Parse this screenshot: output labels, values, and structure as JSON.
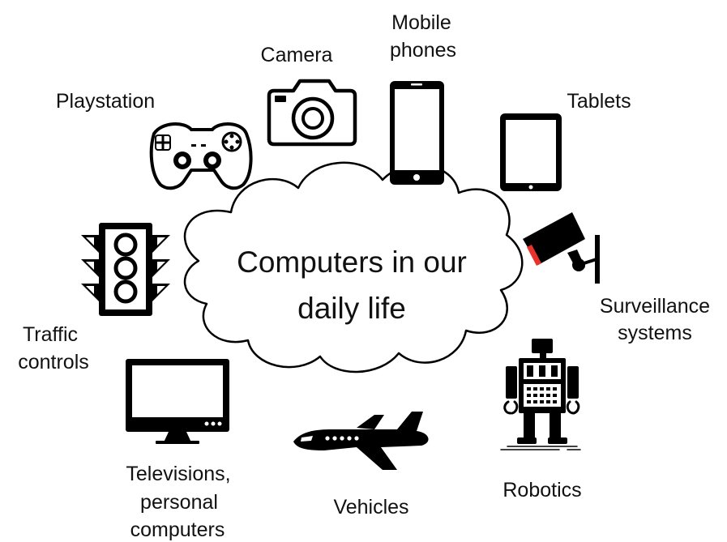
{
  "center": {
    "line1": "Computers in our",
    "line2": "daily life"
  },
  "items": {
    "playstation": {
      "label": "Playstation",
      "icon": "gamepad-icon"
    },
    "camera": {
      "label": "Camera",
      "icon": "camera-icon"
    },
    "mobile": {
      "line1": "Mobile",
      "line2": "phones",
      "icon": "smartphone-icon"
    },
    "tablets": {
      "label": "Tablets",
      "icon": "tablet-icon"
    },
    "surveillance": {
      "line1": "Surveillance",
      "line2": "systems",
      "icon": "security-camera-icon"
    },
    "robotics": {
      "label": "Robotics",
      "icon": "robot-icon"
    },
    "vehicles": {
      "label": "Vehicles",
      "icon": "airplane-icon"
    },
    "televisions": {
      "line1": "Televisions,",
      "line2": "personal",
      "line3": "computers",
      "icon": "monitor-icon"
    },
    "traffic": {
      "line1": "Traffic",
      "line2": "controls",
      "icon": "traffic-light-icon"
    }
  },
  "colors": {
    "ink": "#000000",
    "camera_lens_accent": "#e8322b",
    "background": "#ffffff"
  }
}
